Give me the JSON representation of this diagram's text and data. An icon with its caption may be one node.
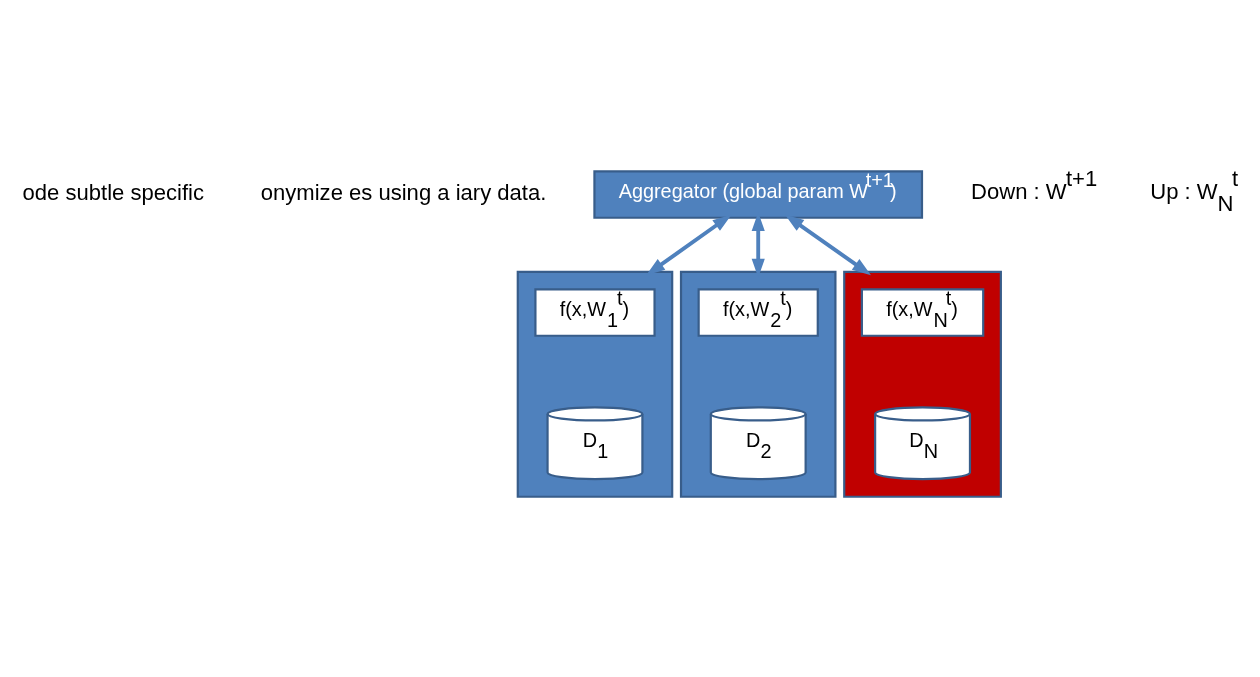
{
  "diagram": {
    "nodes": [
      {
        "text": [
          "Aggregator (global param W$^{t+1}$)"
        ]
      },
      {
        "text": [],
        "shape": "box"
      },
      {
        "text": [
          "f(x,W$_{1}$$^{t}$)"
        ],
        "in": 1
      },
      {
        "text": [
          "D$_{1}$"
        ],
        "in": 1
      },
      {
        "text": [],
        "shape": "box"
      },
      {
        "text": [
          "f(x,W$_{2}$$^{t}$)"
        ],
        "in": 4
      },
      {
        "text": [
          "D$_{2}$"
        ],
        "in": 4
      },
      {
        "text": [],
        "shape": "box"
      },
      {
        "text": [
          "f(x,W$_{N}$$^{t}$)"
        ],
        "in": 7
      },
      {
        "text": [
          "D$_{N}$"
        ],
        "in": 7
      }
    ],
    "edges": [
      {
        "from": 0,
        "to": 1,
        "arrow": "both"
      },
      {
        "from": 0,
        "to": 4,
        "arrow": "both"
      },
      {
        "from": 0,
        "to": 7,
        "arrow": "both"
      }
    ],
    "labels": [
      "ode subtle specific",
      "onymize es using a iary data.",
      "Down : W$^{t+1}$",
      "Up : W$_{N}$$^{t}$"
    ]
  }
}
